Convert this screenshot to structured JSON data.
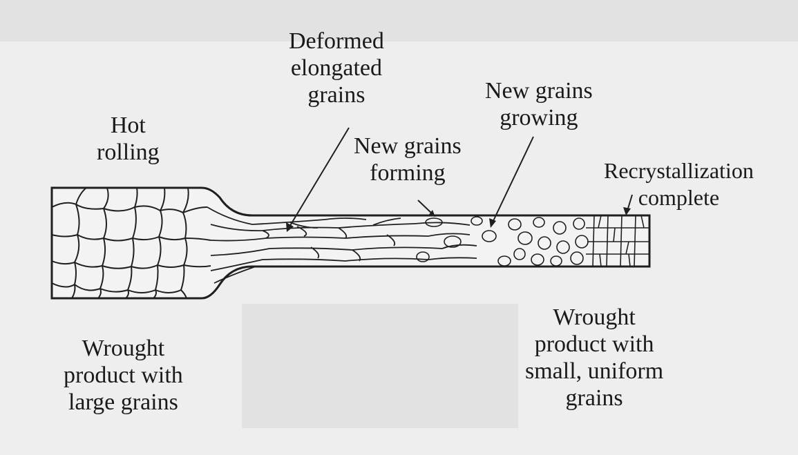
{
  "labels": {
    "hot_rolling": [
      "Hot",
      "rolling"
    ],
    "deformed": [
      "Deformed",
      "elongated",
      "grains"
    ],
    "forming": [
      "New grains",
      "forming"
    ],
    "growing": [
      "New grains",
      "growing"
    ],
    "recryst": [
      "Recrystallization",
      "complete"
    ],
    "large": [
      "Wrought",
      "product with",
      "large grains"
    ],
    "small": [
      "Wrought",
      "product with",
      "small, uniform",
      "grains"
    ]
  },
  "colors": {
    "ink": "#1f1f1f",
    "background": "#eeeeee",
    "grain_fill": "#f3f3f3"
  }
}
